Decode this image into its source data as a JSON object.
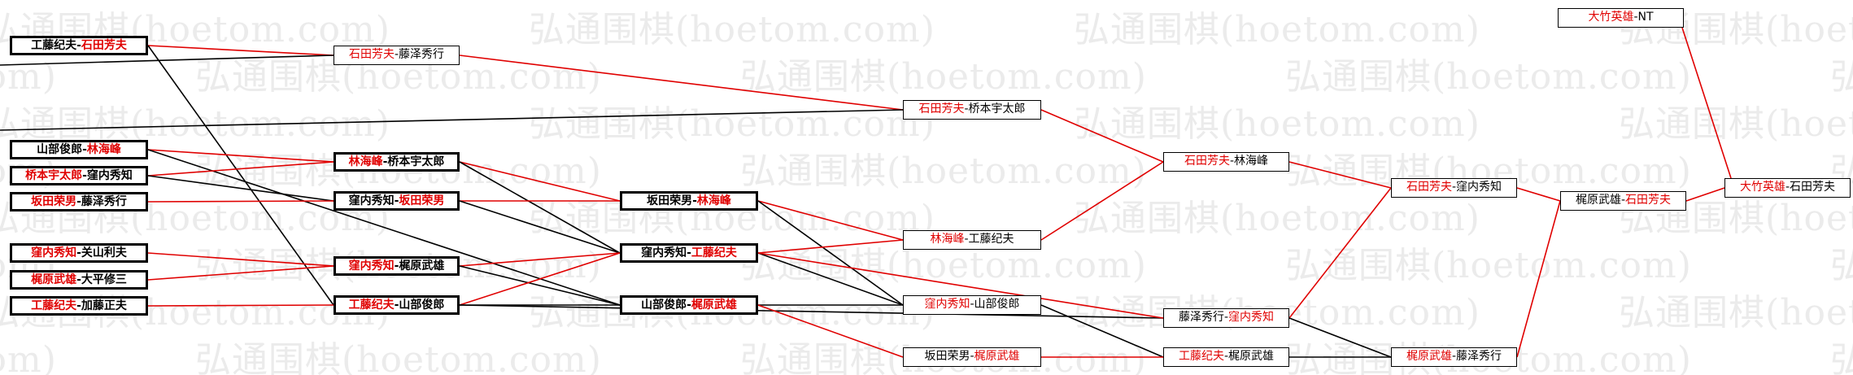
{
  "watermark": "弘通围棋(hoetom.com)",
  "colors": {
    "win": "#e00000",
    "line_black": "#000000",
    "line_red": "#e00000"
  },
  "bracket": {
    "nodes": [
      {
        "id": "r1a",
        "p1": "工藤纪夫",
        "p2": "石田芳夫",
        "winner": 2,
        "style": "thick"
      },
      {
        "id": "r1b",
        "p1": "山部俊郎",
        "p2": "林海峰",
        "winner": 2,
        "style": "thick"
      },
      {
        "id": "r1c",
        "p1": "桥本宇太郎",
        "p2": "窪内秀知",
        "winner": 1,
        "style": "thick"
      },
      {
        "id": "r1d",
        "p1": "坂田荣男",
        "p2": "藤泽秀行",
        "winner": 1,
        "style": "thick"
      },
      {
        "id": "r1e",
        "p1": "窪内秀知",
        "p2": "关山利夫",
        "winner": 1,
        "style": "thick"
      },
      {
        "id": "r1f",
        "p1": "梶原武雄",
        "p2": "大平修三",
        "winner": 1,
        "style": "thick"
      },
      {
        "id": "r1g",
        "p1": "工藤纪夫",
        "p2": "加藤正夫",
        "winner": 1,
        "style": "thick"
      },
      {
        "id": "r2a",
        "p1": "石田芳夫",
        "p2": "藤泽秀行",
        "winner": 1,
        "style": "normal"
      },
      {
        "id": "r2b",
        "p1": "林海峰",
        "p2": "桥本宇太郎",
        "winner": 1,
        "style": "thick"
      },
      {
        "id": "r2c",
        "p1": "窪内秀知",
        "p2": "坂田荣男",
        "winner": 2,
        "style": "thick"
      },
      {
        "id": "r2d",
        "p1": "窪内秀知",
        "p2": "梶原武雄",
        "winner": 1,
        "style": "thick"
      },
      {
        "id": "r2e",
        "p1": "工藤纪夫",
        "p2": "山部俊郎",
        "winner": 1,
        "style": "thick"
      },
      {
        "id": "r3a",
        "p1": "坂田荣男",
        "p2": "林海峰",
        "winner": 2,
        "style": "thick"
      },
      {
        "id": "r3b",
        "p1": "窪内秀知",
        "p2": "工藤纪夫",
        "winner": 2,
        "style": "thick"
      },
      {
        "id": "r3c",
        "p1": "山部俊郎",
        "p2": "梶原武雄",
        "winner": 2,
        "style": "thick"
      },
      {
        "id": "r4a",
        "p1": "石田芳夫",
        "p2": "桥本宇太郎",
        "winner": 1,
        "style": "normal"
      },
      {
        "id": "r4b",
        "p1": "林海峰",
        "p2": "工藤纪夫",
        "winner": 1,
        "style": "normal"
      },
      {
        "id": "r4c",
        "p1": "窪内秀知",
        "p2": "山部俊郎",
        "winner": 1,
        "style": "normal"
      },
      {
        "id": "r4d",
        "p1": "坂田荣男",
        "p2": "梶原武雄",
        "winner": 2,
        "style": "normal"
      },
      {
        "id": "r5a",
        "p1": "石田芳夫",
        "p2": "林海峰",
        "winner": 1,
        "style": "normal"
      },
      {
        "id": "r5b",
        "p1": "藤泽秀行",
        "p2": "窪内秀知",
        "winner": 2,
        "style": "normal"
      },
      {
        "id": "r5c",
        "p1": "工藤纪夫",
        "p2": "梶原武雄",
        "winner": 1,
        "style": "normal"
      },
      {
        "id": "r6a",
        "p1": "石田芳夫",
        "p2": "窪内秀知",
        "winner": 1,
        "style": "normal"
      },
      {
        "id": "r6b",
        "p1": "梶原武雄",
        "p2": "藤泽秀行",
        "winner": 1,
        "style": "normal"
      },
      {
        "id": "r7a",
        "p1": "梶原武雄",
        "p2": "石田芳夫",
        "winner": 2,
        "style": "normal"
      },
      {
        "id": "r8top",
        "p1": "大竹英雄",
        "p2": "NT",
        "winner": 1,
        "style": "normal"
      },
      {
        "id": "final",
        "p1": "大竹英雄",
        "p2": "石田芳夫",
        "winner": 1,
        "style": "normal"
      }
    ],
    "connections": [
      {
        "from": "r1a",
        "to": "r2a",
        "color": "red"
      },
      {
        "from": "r1a",
        "to": "r2e",
        "color": "black"
      },
      {
        "from": "r1b",
        "to": "r2b",
        "color": "red"
      },
      {
        "from": "r1b",
        "to": "r3c",
        "color": "black"
      },
      {
        "from": "r1c",
        "to": "r2b",
        "color": "red"
      },
      {
        "from": "r1c",
        "to": "r2c",
        "color": "black"
      },
      {
        "from": "r1d",
        "to": "r2c",
        "color": "red"
      },
      {
        "from": "r1e",
        "to": "r2d",
        "color": "red"
      },
      {
        "from": "r1f",
        "to": "r2d",
        "color": "red"
      },
      {
        "from": "r1g",
        "to": "r2e",
        "color": "red"
      },
      {
        "from": "r2a",
        "to": "r4a",
        "color": "red"
      },
      {
        "from": "r2b",
        "to": "r3a",
        "color": "red"
      },
      {
        "from": "r2b",
        "to": "r3b",
        "color": "black"
      },
      {
        "from": "r2c",
        "to": "r3a",
        "color": "red"
      },
      {
        "from": "r2c",
        "to": "r3b",
        "color": "black"
      },
      {
        "from": "r2d",
        "to": "r3b",
        "color": "red"
      },
      {
        "from": "r2d",
        "to": "r3c",
        "color": "black"
      },
      {
        "from": "r2e",
        "to": "r3b",
        "color": "red"
      },
      {
        "from": "r2e",
        "to": "r3c",
        "color": "black"
      },
      {
        "from": "r2e",
        "to": "r5b",
        "color": "black"
      },
      {
        "from": "r3a",
        "to": "r4b",
        "color": "red"
      },
      {
        "from": "r3a",
        "to": "r4c",
        "color": "black"
      },
      {
        "from": "r3b",
        "to": "r4b",
        "color": "red"
      },
      {
        "from": "r3b",
        "to": "r4c",
        "color": "black"
      },
      {
        "from": "r3b",
        "to": "r5b",
        "color": "red"
      },
      {
        "from": "r3c",
        "to": "r4c",
        "color": "black"
      },
      {
        "from": "r3c",
        "to": "r4d",
        "color": "red"
      },
      {
        "from": "r4a",
        "to": "r5a",
        "color": "red"
      },
      {
        "from": "r4b",
        "to": "r5a",
        "color": "red"
      },
      {
        "from": "r4c",
        "to": "r5c",
        "color": "black"
      },
      {
        "from": "r4d",
        "to": "r5c",
        "color": "red"
      },
      {
        "from": "r5a",
        "to": "r6a",
        "color": "red"
      },
      {
        "from": "r5b",
        "to": "r6a",
        "color": "red"
      },
      {
        "from": "r5b",
        "to": "r6b",
        "color": "black"
      },
      {
        "from": "r5c",
        "to": "r6b",
        "color": "black"
      },
      {
        "from": "r6a",
        "to": "r7a",
        "color": "red"
      },
      {
        "from": "r6b",
        "to": "r7a",
        "color": "red"
      },
      {
        "from": "r7a",
        "to": "final",
        "color": "red"
      },
      {
        "from": "r8top",
        "to": "final",
        "color": "red"
      }
    ],
    "offpage_lines": [
      {
        "to": "r2a",
        "color": "black"
      },
      {
        "to": "r4a",
        "color": "black"
      }
    ]
  }
}
